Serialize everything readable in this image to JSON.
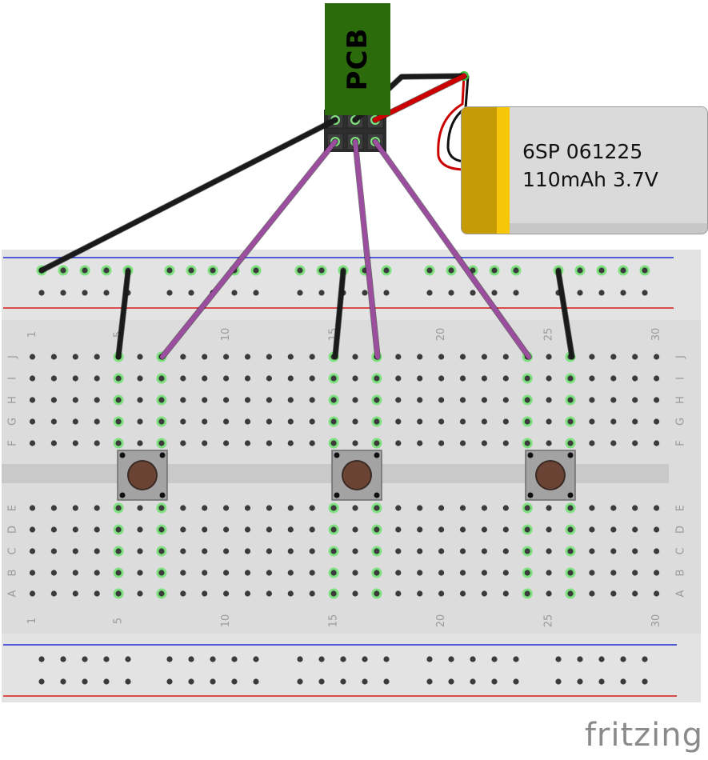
{
  "pcb": {
    "label": "PCB"
  },
  "battery": {
    "line1": "6SP 061225",
    "line2": "110mAh 3.7V"
  },
  "breadboard": {
    "row_letters": [
      "J",
      "I",
      "H",
      "G",
      "F",
      "E",
      "D",
      "C",
      "B",
      "A"
    ],
    "column_numbers_top": [
      "1",
      "5",
      "10",
      "15",
      "20",
      "25",
      "30"
    ],
    "column_numbers_bottom": [
      "1",
      "5",
      "10",
      "15",
      "20",
      "25",
      "30"
    ]
  },
  "pushbuttons": [
    "button-1",
    "button-2",
    "button-3"
  ],
  "colors": {
    "pcb_green": "#2b6b0b",
    "wire_black": "#1a1a1a",
    "wire_purple": "#9b4e9e",
    "wire_red": "#cc0000",
    "rail_blue": "#1f2ccf",
    "rail_red": "#d51b1b",
    "hole_highlight": "#7ee07e",
    "button_cap": "#6b4334"
  },
  "footer": {
    "logo": "fritzing"
  }
}
